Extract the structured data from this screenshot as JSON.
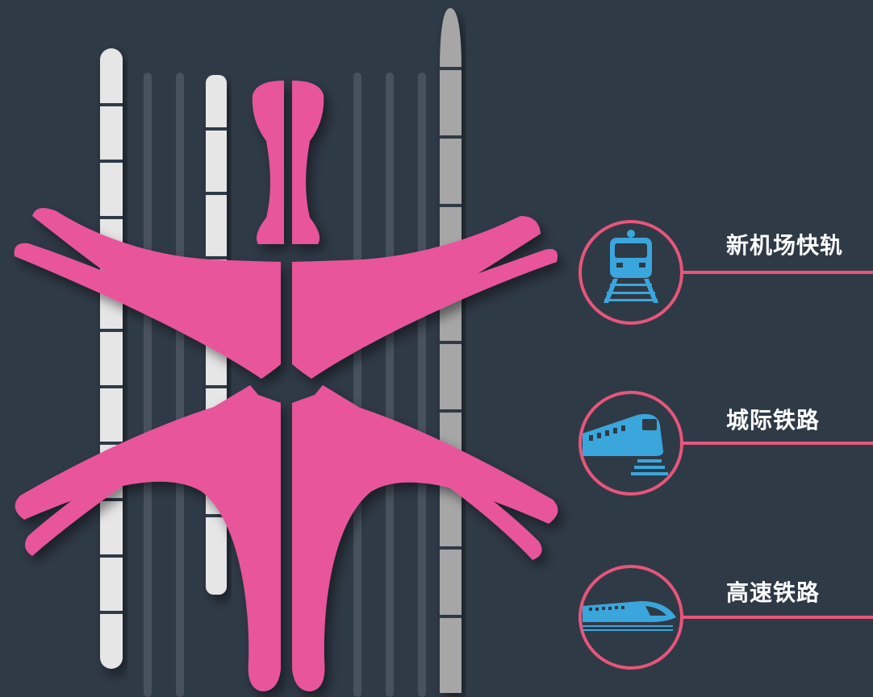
{
  "diagram": {
    "title": "",
    "colors": {
      "background": "#2f3a47",
      "terminal": "#e8559b",
      "legend_ring": "#e8557a",
      "legend_icon": "#3aa6dc",
      "track_light": "#e8e8e8",
      "track_gray": "#a6a6a6",
      "track_faint": "#4a5560"
    },
    "legend": [
      {
        "label": "新机场快轨",
        "icon": "metro-train-front-icon"
      },
      {
        "label": "城际铁路",
        "icon": "intercity-train-icon"
      },
      {
        "label": "高速铁路",
        "icon": "high-speed-train-icon"
      }
    ]
  }
}
